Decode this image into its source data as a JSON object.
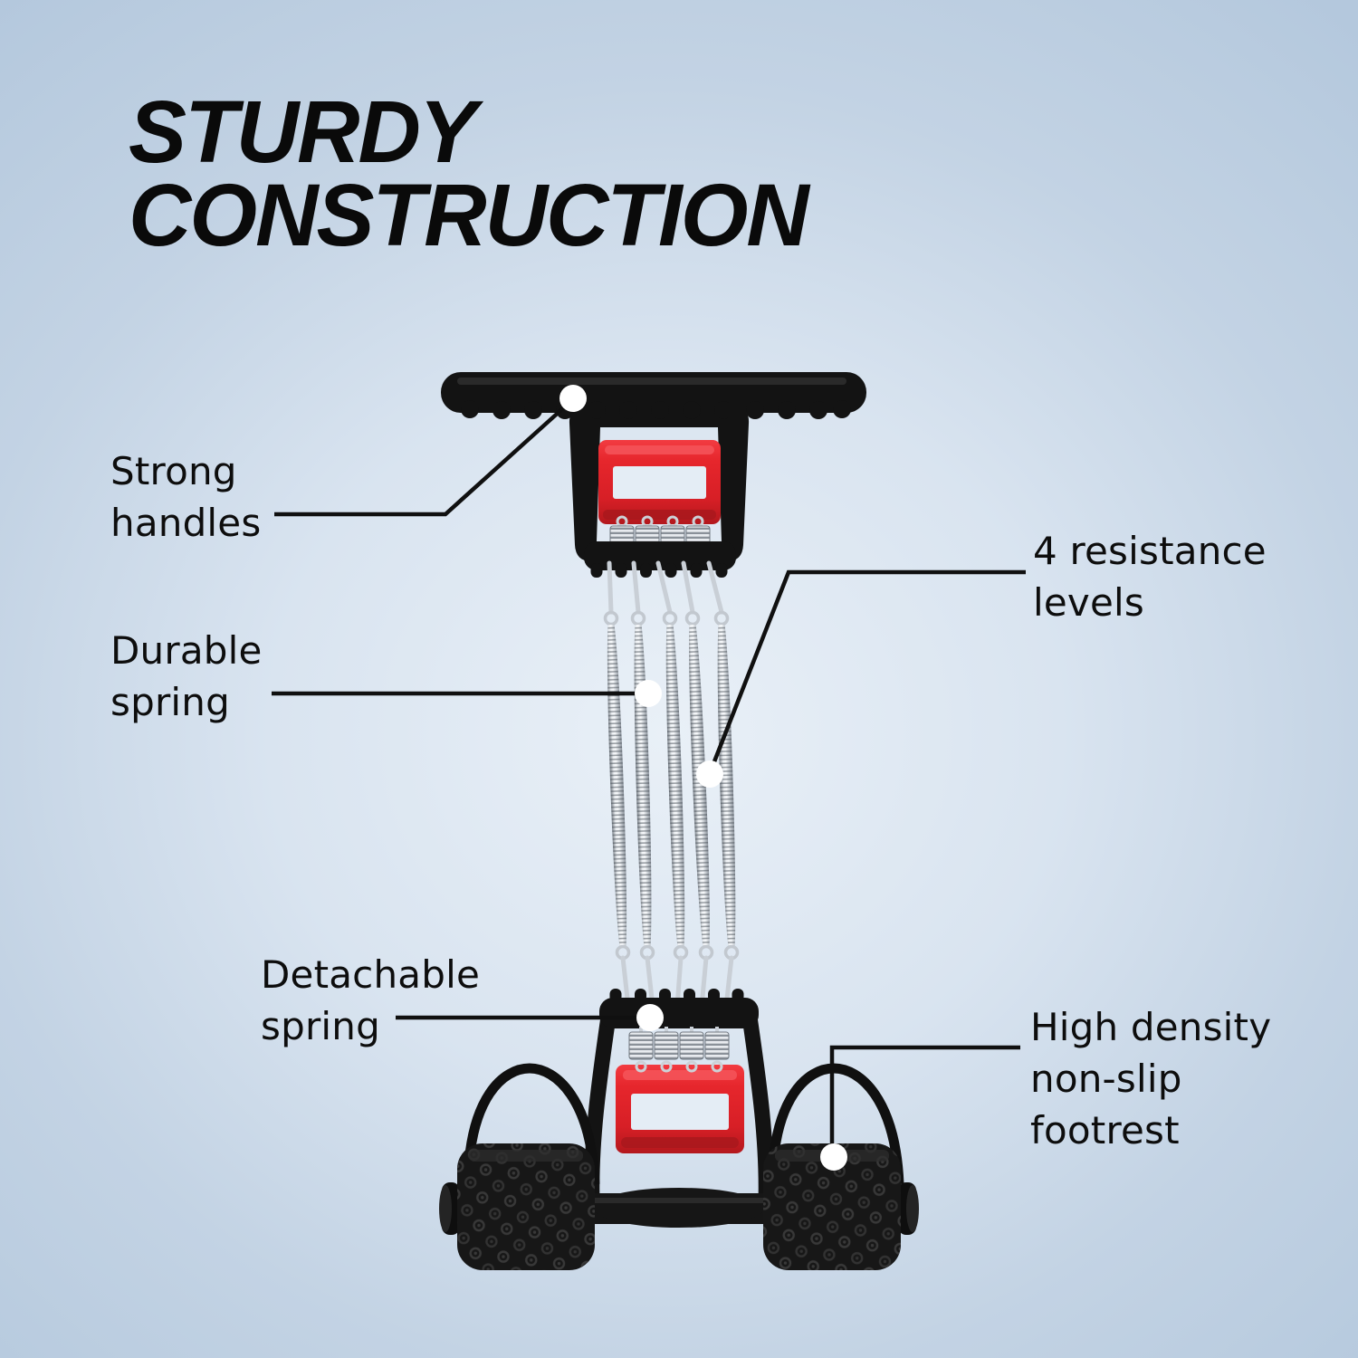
{
  "title": {
    "line1": "STURDY",
    "line2": "CONSTRUCTION"
  },
  "callouts": [
    {
      "id": "strong-handles",
      "lines": [
        "Strong",
        "handles"
      ]
    },
    {
      "id": "durable-spring",
      "lines": [
        "Durable",
        "spring"
      ]
    },
    {
      "id": "detachable-spring",
      "lines": [
        "Detachable",
        "spring"
      ]
    },
    {
      "id": "resistance-levels",
      "lines": [
        "4 resistance",
        "levels"
      ]
    },
    {
      "id": "footrest",
      "lines": [
        "High density",
        "non-slip",
        "footrest"
      ]
    }
  ],
  "colors": {
    "background_center": "#e9f0f7",
    "background_edge": "#b4c8dd",
    "text": "#0d0d0d",
    "callout_line": "#101010",
    "marker_dot": "#ffffff",
    "device_black": "#141414",
    "accent_red": "#e3232a",
    "spring_silver": "#c9ced4"
  }
}
